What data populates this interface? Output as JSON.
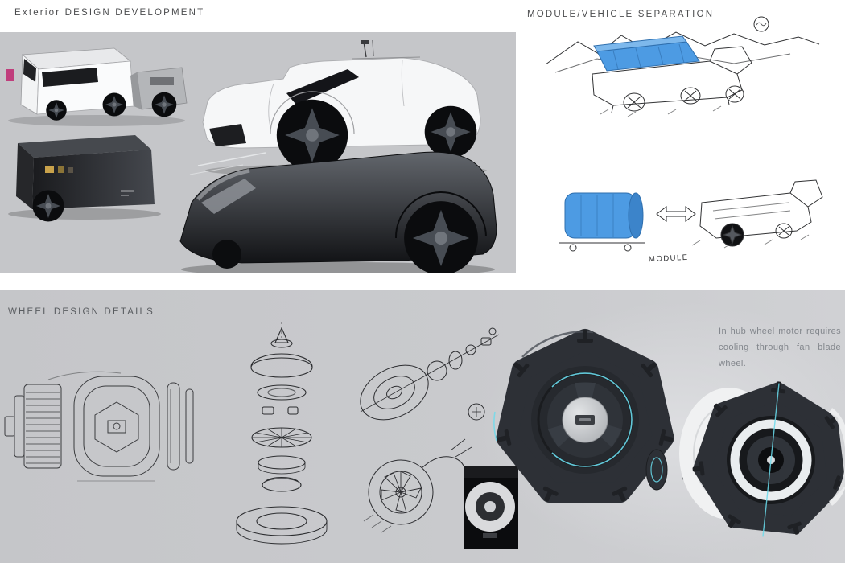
{
  "titles": {
    "exterior": "Exterior DESIGN DEVELOPMENT",
    "separation": "MODULE/VEHICLE SEPARATION",
    "wheel": "WHEEL DESIGN DETAILS"
  },
  "separation": {
    "module_label": "MODULE",
    "module_color": "#4d9be3"
  },
  "wheel": {
    "note": "In hub wheel motor requires cooling through fan blade wheel.",
    "accent_color": "#6adced"
  },
  "colors": {
    "panel_gray": "#c5c6c9",
    "render_dark": "#2d3036",
    "module_blue": "#4d9be3",
    "accent_cyan": "#6adced"
  }
}
